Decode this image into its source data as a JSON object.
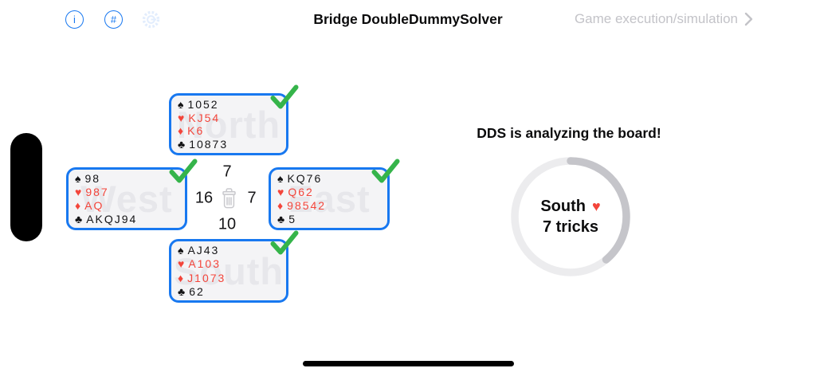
{
  "header": {
    "title": "Bridge DoubleDummySolver",
    "nav_label": "Game execution/simulation",
    "info_glyph": "i",
    "hash_glyph": "#"
  },
  "suits": {
    "spade": "♠",
    "heart": "♥",
    "diamond": "♦",
    "club": "♣"
  },
  "hands": {
    "north": {
      "name": "North",
      "spades": "1052",
      "hearts": "KJ54",
      "diamonds": "K6",
      "clubs": "10873"
    },
    "west": {
      "name": "West",
      "spades": "98",
      "hearts": "987",
      "diamonds": "AQ",
      "clubs": "AKQJ94"
    },
    "east": {
      "name": "East",
      "spades": "KQ76",
      "hearts": "Q62",
      "diamonds": "98542",
      "clubs": "5"
    },
    "south": {
      "name": "South",
      "spades": "AJ43",
      "hearts": "A103",
      "diamonds": "J1073",
      "clubs": "62"
    }
  },
  "hcp": {
    "north": "7",
    "west": "16",
    "east": "7",
    "south": "10"
  },
  "analysis": {
    "status": "DDS is analyzing the board!",
    "declarer": "South",
    "trump_symbol": "♥",
    "result": "7 tricks",
    "progress_fraction": 0.39
  },
  "colors": {
    "accent_blue": "#1878f0",
    "suit_red": "#f3453b",
    "check_green": "#35b44a",
    "muted_gray": "#c3c3c8",
    "progress_arc_gray": "#c5c5ca",
    "progress_track_gray": "#ececee"
  }
}
